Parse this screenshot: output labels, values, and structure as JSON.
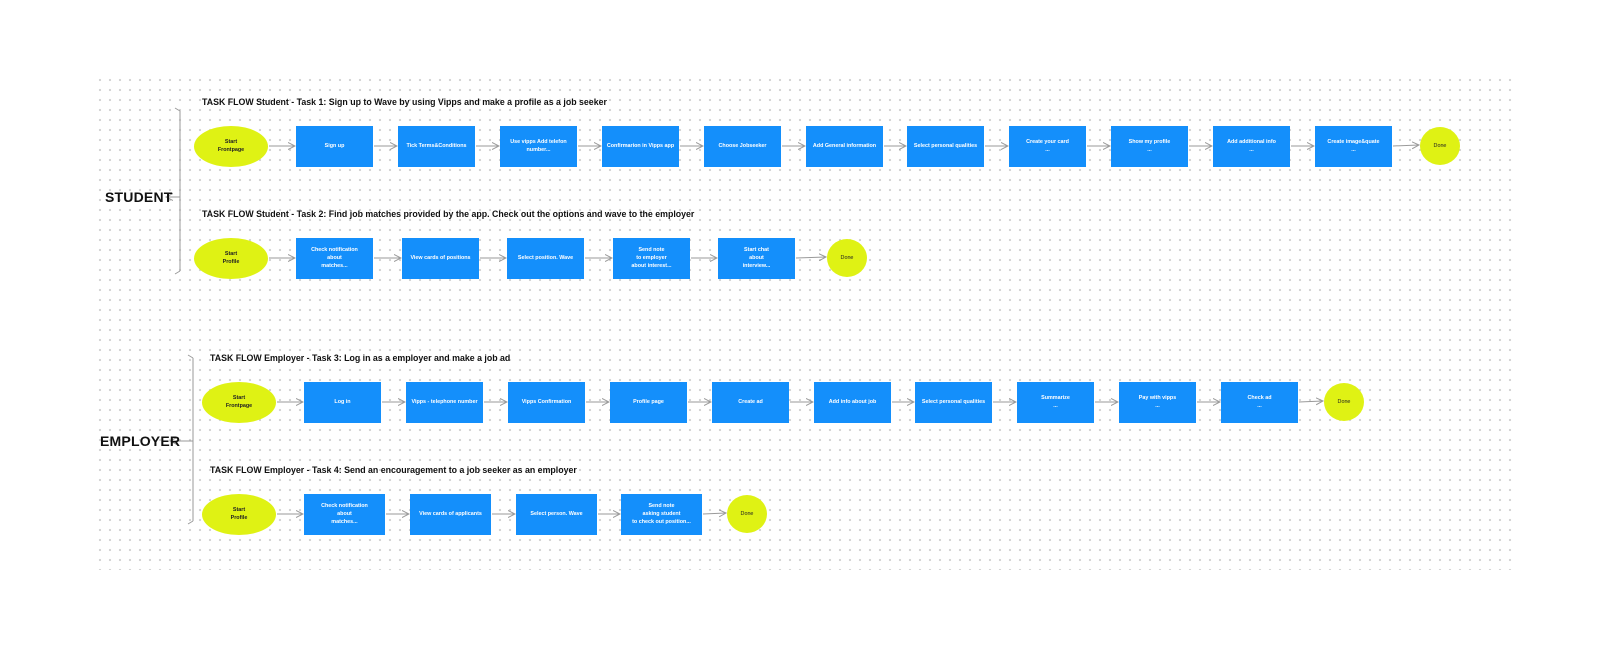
{
  "colors": {
    "step": "#148ffb",
    "terminal": "#dff214",
    "connector": "#9a9a9a",
    "grid_dot": "#cfcfcf"
  },
  "groups": [
    {
      "label": "STUDENT",
      "tasks": [
        {
          "title": "TASK FLOW Student - Task 1: Sign up to Wave by using Vipps and make a profile as a job seeker",
          "start": "Start\nFrontpage",
          "steps": [
            "Sign  up",
            "Tick Terms&Conditions",
            "Use vipps  Add telefon\nnumber...",
            "Confirmarion in Vipps app",
            "Choose Jobseeker",
            "Add General information",
            "Select personal qualities",
            "Create your card\n...",
            "Show my profile\n...",
            "Add additional info\n...",
            "Create image&quate\n..."
          ],
          "end": "Done"
        },
        {
          "title": "TASK FLOW Student - Task 2: Find job matches provided by the app. Check out the options and wave to the employer",
          "start": "Start\nProfile",
          "steps": [
            "Check notification\nabout\nmatches...",
            "View cards of positions",
            "Select position. Wave",
            "Send note\nto employer\nabout interest...",
            "Start chat\nabout\ninterview..."
          ],
          "end": "Done"
        }
      ]
    },
    {
      "label": "EMPLOYER",
      "tasks": [
        {
          "title": "TASK FLOW Employer - Task 3: Log in as a employer and make a job ad",
          "start": "Start\nFrontpage",
          "steps": [
            "Log in",
            "Vipps - telephone number",
            "Vipps Confirmation",
            "Profile page",
            "Create ad",
            "Add info about job",
            "Select personal qualities",
            "Summarize\n...",
            "Pay with vipps\n...",
            "Check ad\n..."
          ],
          "end": "Done"
        },
        {
          "title": "TASK FLOW Employer - Task 4: Send an encouragement to a job seeker as an employer",
          "start": "Start\nProfile",
          "steps": [
            "Check notification\nabout\nmatches...",
            "View cards of applicants",
            "Select person. Wave",
            "Send note\nasking student\nto check out position..."
          ],
          "end": "Done"
        }
      ]
    }
  ]
}
